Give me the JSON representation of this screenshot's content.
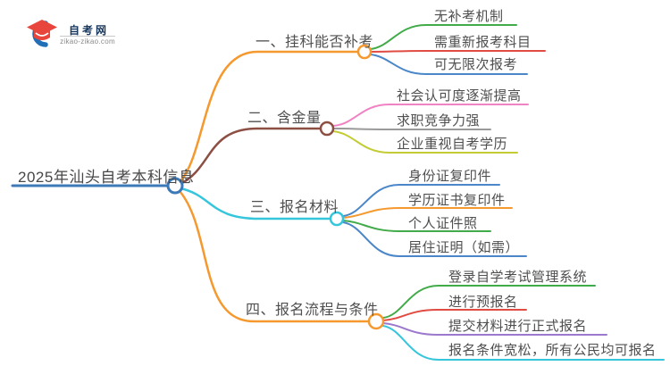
{
  "logo": {
    "site_name": "自考网",
    "site_url": "zikao-zikao.com",
    "icon_colors": {
      "crescent": "#2170b5",
      "cap": "#e8453c"
    }
  },
  "central": {
    "label": "2025年汕头自考本科信息",
    "color": "#3c79b8"
  },
  "branches": [
    {
      "label": "一、挂科能否补考",
      "color": "#f5992e",
      "children": [
        {
          "label": "无补考机制",
          "color": "#42ab49"
        },
        {
          "label": "需重新报考科目",
          "color": "#e04b42"
        },
        {
          "label": "可无限次报考",
          "color": "#4a86c8"
        }
      ]
    },
    {
      "label": "二、含金量",
      "color": "#8d4e44",
      "children": [
        {
          "label": "社会认可度逐渐提高",
          "color": "#ef83c3"
        },
        {
          "label": "求职竞争力强",
          "color": "#9a9a9a"
        },
        {
          "label": "企业重视自考学历",
          "color": "#c3cc34"
        }
      ]
    },
    {
      "label": "三、报名材料",
      "color": "#35c6dc",
      "children": [
        {
          "label": "身份证复印件",
          "color": "#4a86c8"
        },
        {
          "label": "学历证书复印件",
          "color": "#f5992e"
        },
        {
          "label": "个人证件照",
          "color": "#42ab49"
        },
        {
          "label": "居住证明（如需）",
          "color": "#4a86c8"
        }
      ]
    },
    {
      "label": "四、报名流程与条件",
      "color": "#f5992e",
      "children": [
        {
          "label": "登录自学考试管理系统",
          "color": "#42ab49"
        },
        {
          "label": "进行预报名",
          "color": "#e04b42"
        },
        {
          "label": "提交材料进行正式报名",
          "color": "#9c79cc"
        },
        {
          "label": "报名条件宽松，所有公民均可报名",
          "color": "#35c6dc"
        }
      ]
    }
  ]
}
